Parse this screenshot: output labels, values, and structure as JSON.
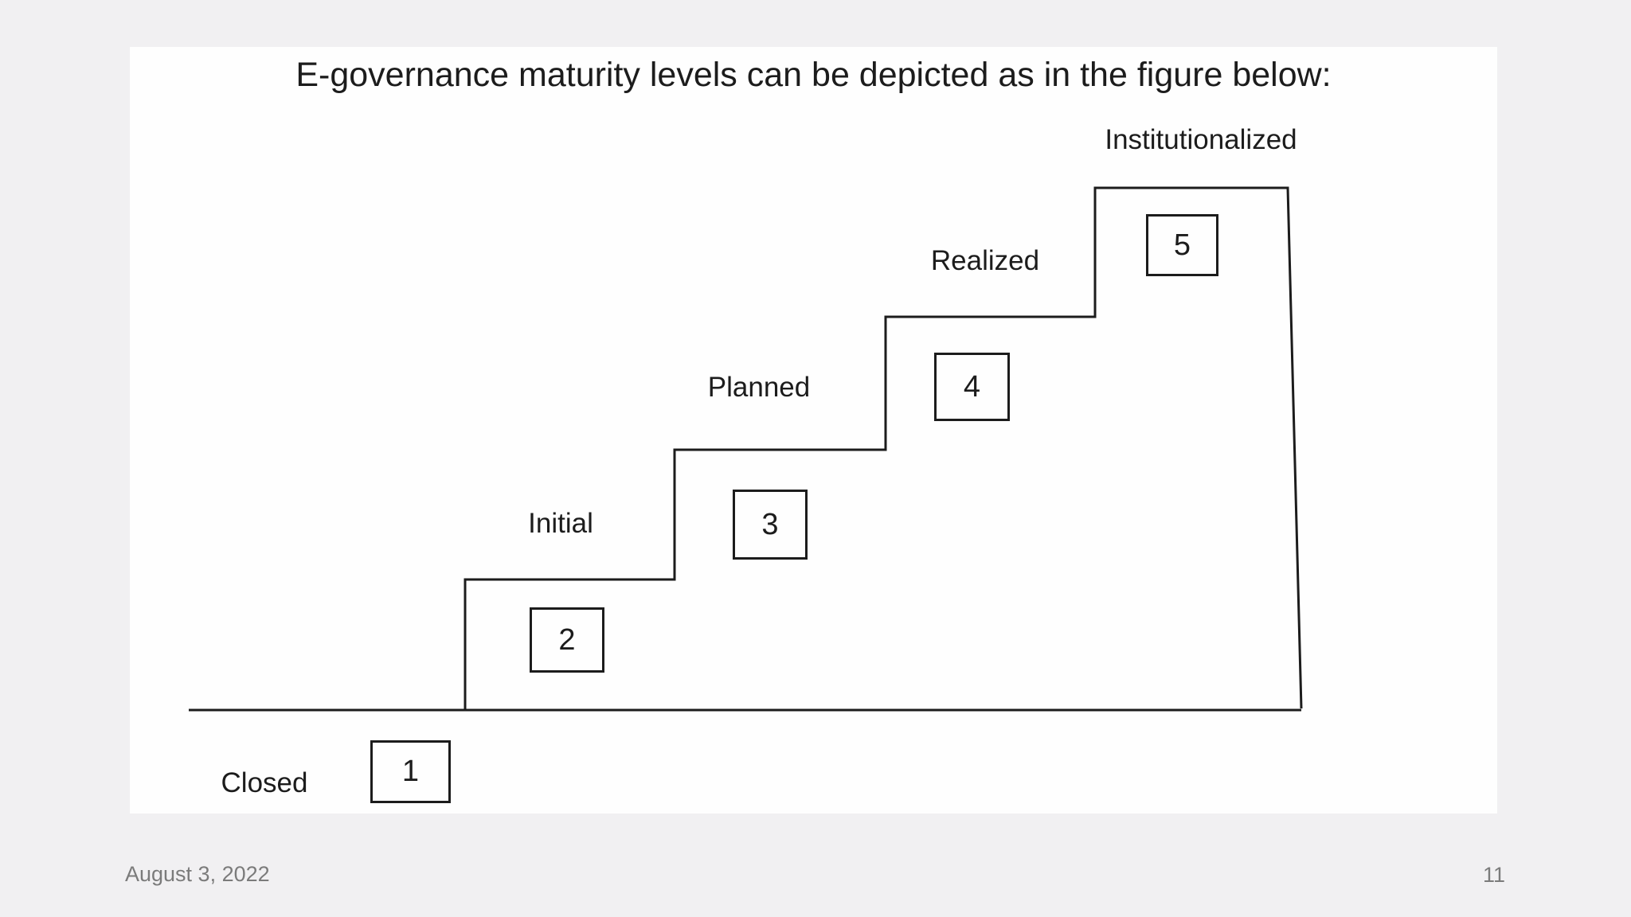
{
  "slide": {
    "title": "E-governance maturity levels can be depicted as in the figure below:",
    "diagram": {
      "type": "staircase-maturity-model",
      "levels": [
        {
          "num": "1",
          "label": "Closed"
        },
        {
          "num": "2",
          "label": "Initial"
        },
        {
          "num": "3",
          "label": "Planned"
        },
        {
          "num": "4",
          "label": "Realized"
        },
        {
          "num": "5",
          "label": "Institutionalized"
        }
      ]
    },
    "footer": {
      "date": "August 3, 2022",
      "page": "11"
    },
    "colors": {
      "line": "#1c1c1c",
      "text": "#1c1c1c",
      "footer_text": "#7b7b7b",
      "slide_bg": "#fefefe",
      "page_bg": "#f1f0f2"
    }
  }
}
